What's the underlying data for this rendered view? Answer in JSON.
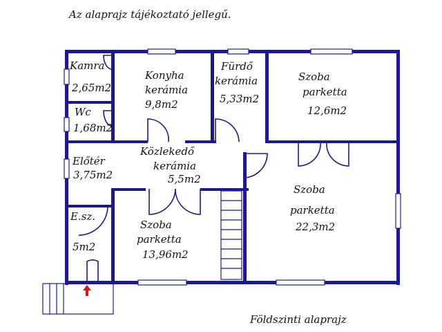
{
  "header_note": "Az alaprajz tájékoztató jellegű.",
  "footer_title": "Földszinti alaprajz",
  "colors": {
    "wall": "#1a1a8c",
    "entrance_arrow": "#e01010",
    "background": "#ffffff",
    "text": "#111111"
  },
  "rooms": {
    "kamra": {
      "name": "Kamra",
      "area": "2,65m2"
    },
    "konyha": {
      "name": "Konyha",
      "material": "kerámia",
      "area": "9,8m2"
    },
    "furdo": {
      "name": "Fürdő",
      "material": "kerámia",
      "area": "5,33m2"
    },
    "szoba_ne": {
      "name": "Szoba",
      "material": "parketta",
      "area": "12,6m2"
    },
    "wc": {
      "name": "Wc",
      "area": "1,68m2"
    },
    "eloter": {
      "name": "Előtér",
      "area": "3,75m2"
    },
    "kozlekedo": {
      "name": "Közlekedő",
      "material": "kerámia",
      "area": "5,5m2"
    },
    "szoba_se": {
      "name": "Szoba",
      "material": "parketta",
      "area": "22,3m2"
    },
    "esz": {
      "name": "E.sz.",
      "area": "5m2"
    },
    "szoba_sw": {
      "name": "Szoba",
      "material": "parketta",
      "area": "13,96m2"
    }
  },
  "icons": {
    "entrance": "entrance-arrow-icon"
  }
}
